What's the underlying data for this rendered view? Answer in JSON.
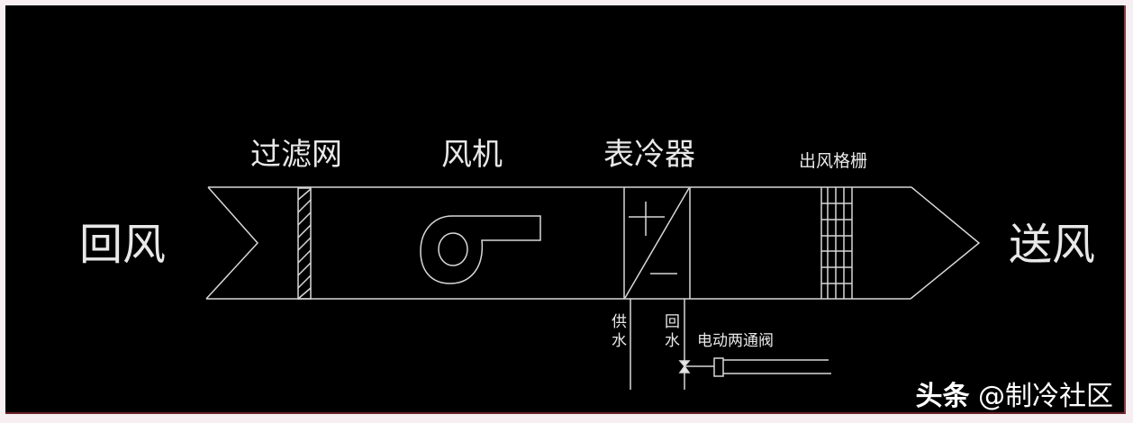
{
  "diagram": {
    "title_labels": {
      "return_air": "回风",
      "supply_air": "送风",
      "filter": "过滤网",
      "fan": "风机",
      "cooling_coil": "表冷器",
      "outlet_grille": "出风格栅"
    },
    "pipe_labels": {
      "supply_water": "供水",
      "return_water": "回水",
      "valve": "电动两通阀"
    },
    "coil_symbols": {
      "plus": "+",
      "minus": "−"
    },
    "components": [
      {
        "id": "return-air-inlet",
        "type": "chevron-inlet"
      },
      {
        "id": "filter",
        "type": "hatched-panel"
      },
      {
        "id": "fan",
        "type": "centrifugal-fan"
      },
      {
        "id": "cooling-coil",
        "type": "coil-with-diagonal"
      },
      {
        "id": "outlet-grille",
        "type": "grid-panel"
      },
      {
        "id": "supply-air-outlet",
        "type": "arrow-outlet"
      },
      {
        "id": "two-way-valve",
        "type": "motorized-valve"
      }
    ],
    "colors": {
      "background": "#000000",
      "lines": "#d8d8d8",
      "text": "#e8e8e8"
    }
  },
  "watermark": {
    "brand": "头条",
    "handle": "@制冷社区"
  }
}
